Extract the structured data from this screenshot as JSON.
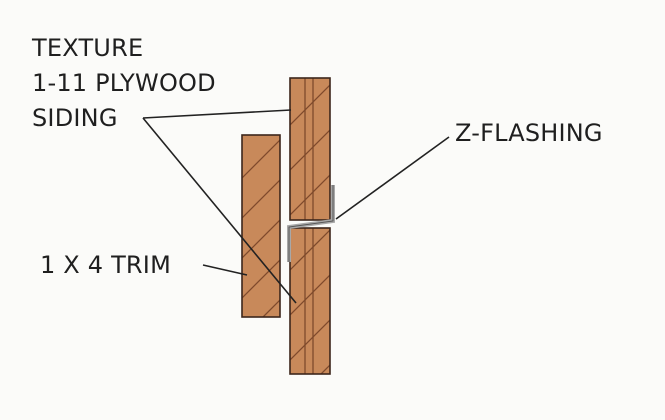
{
  "labels": {
    "siding_line1": "TEXTURE",
    "siding_line2": "1-11 PLYWOOD",
    "siding_line3": "SIDING",
    "flashing": "Z-FLASHING",
    "trim": "1 X 4 TRIM"
  },
  "colors": {
    "wood_fill": "#c8895a",
    "wood_outline": "#3d261b",
    "wood_grain": "#7e4a2c",
    "flashing_metal": "#a8a8a8",
    "leader_line": "#222222",
    "background": "#fbfbf9"
  }
}
